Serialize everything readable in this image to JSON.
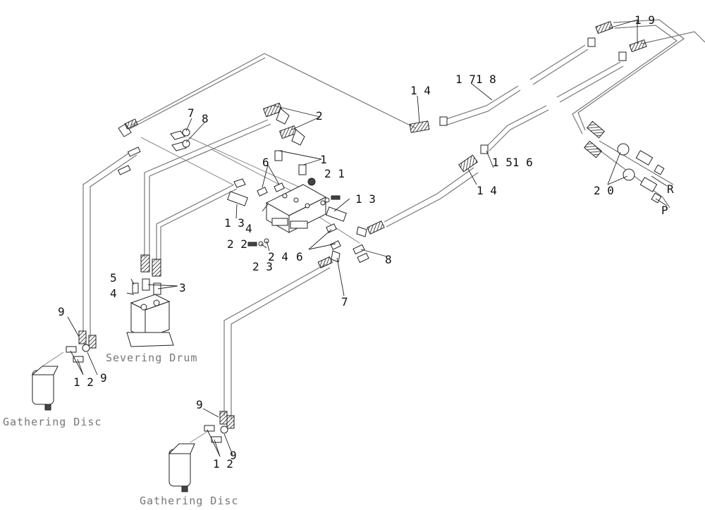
{
  "callouts": {
    "c1": "1",
    "c2": "2",
    "c3": "3",
    "c4a": "4",
    "c4b": "4",
    "c5": "5",
    "c6a": "6",
    "c6b": "6",
    "c7a": "7",
    "c7b": "7",
    "c8a": "8",
    "c8b": "8",
    "c9a": "9",
    "c9b": "9",
    "c9c": "9",
    "c9d": "9",
    "c12a": "1 2",
    "c12b": "1 2",
    "c13a": "1 3",
    "c13b": "1 3",
    "c14a": "1 4",
    "c14b": "1 4",
    "c1516": "1 51 6",
    "c1718": "1 71 8",
    "c19": "1 9",
    "c20": "2 0",
    "c21": "2 1",
    "c22": "2 2",
    "c23": "2 3",
    "c24": "2 4",
    "cR": "R",
    "cP": "P"
  },
  "components": {
    "severing_drum": "Severing Drum",
    "gathering_disc_1": "Gathering Disc",
    "gathering_disc_2": "Gathering Disc"
  }
}
